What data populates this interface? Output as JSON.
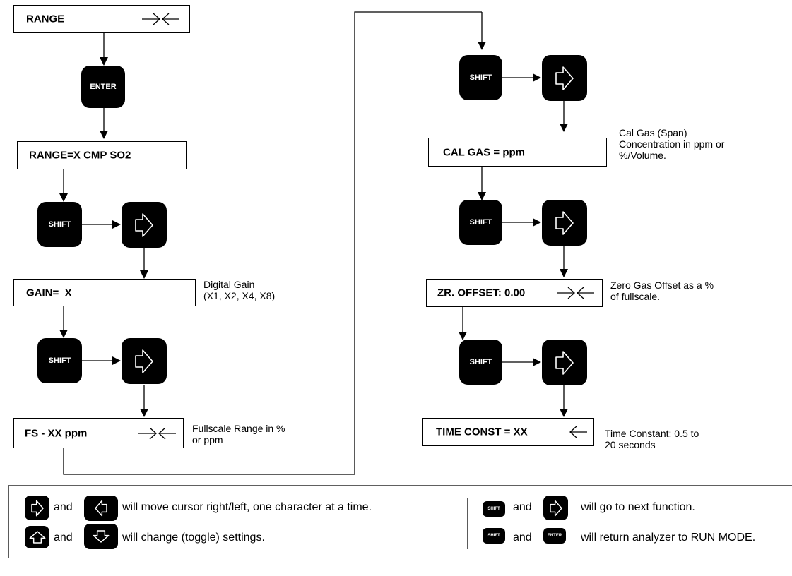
{
  "displays": {
    "range": "RANGE",
    "range_select": "RANGE=X CMP SO2",
    "gain": "GAIN=  X",
    "fullscale": "FS - XX ppm",
    "cal_gas": "CAL GAS = ppm",
    "zr_offset": "ZR. OFFSET: 0.00",
    "time_const": "TIME CONST = XX"
  },
  "keys": {
    "enter": "ENTER",
    "shift": "SHIFT",
    "enter_small": "ENTER",
    "shift_small": "SHIFT"
  },
  "notes": {
    "gain_1": "Digital Gain",
    "gain_2": "(X1, X2, X4, X8)",
    "fullscale_1": "Fullscale Range in %",
    "fullscale_2": "or ppm",
    "cal_gas_1": "Cal Gas (Span)",
    "cal_gas_2": "Concentration in ppm or",
    "cal_gas_3": "%/Volume.",
    "zr_offset_1": "Zero Gas Offset as a %",
    "zr_offset_2": "of fullscale.",
    "time_const_1": "Time Constant: 0.5 to",
    "time_const_2": "20 seconds"
  },
  "legend": {
    "and": "and",
    "move_cursor": "will move cursor right/left, one character at a time.",
    "toggle": "will change (toggle) settings.",
    "next_function": "will go to next function.",
    "run_mode": "will return analyzer to RUN MODE."
  },
  "icons": [
    "right-arrow-icon",
    "left-arrow-icon",
    "up-arrow-icon",
    "down-arrow-icon",
    "converge-arrows-icon"
  ]
}
